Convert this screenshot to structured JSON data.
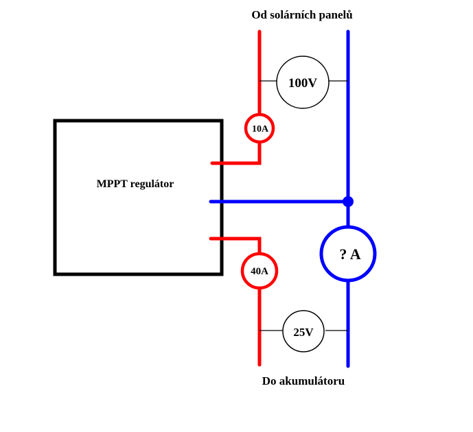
{
  "title": "MPPT regulator current diagram",
  "labels": {
    "top": "Od solárních panelů",
    "bottom": "Do akumulátoru",
    "regulator": "MPPT regulátor"
  },
  "meters": {
    "voltmeter_input": {
      "type": "voltmeter",
      "reading": "100V"
    },
    "ammeter_input": {
      "type": "ammeter",
      "reading": "10A"
    },
    "ammeter_output": {
      "type": "ammeter",
      "reading": "40A"
    },
    "ammeter_unknown": {
      "type": "ammeter",
      "reading": "? A"
    },
    "voltmeter_output": {
      "type": "voltmeter",
      "reading": "25V"
    }
  },
  "colors": {
    "positive_wire": "#ff0000",
    "negative_wire": "#0000ff",
    "outline": "#000000",
    "background": "#ffffff"
  }
}
